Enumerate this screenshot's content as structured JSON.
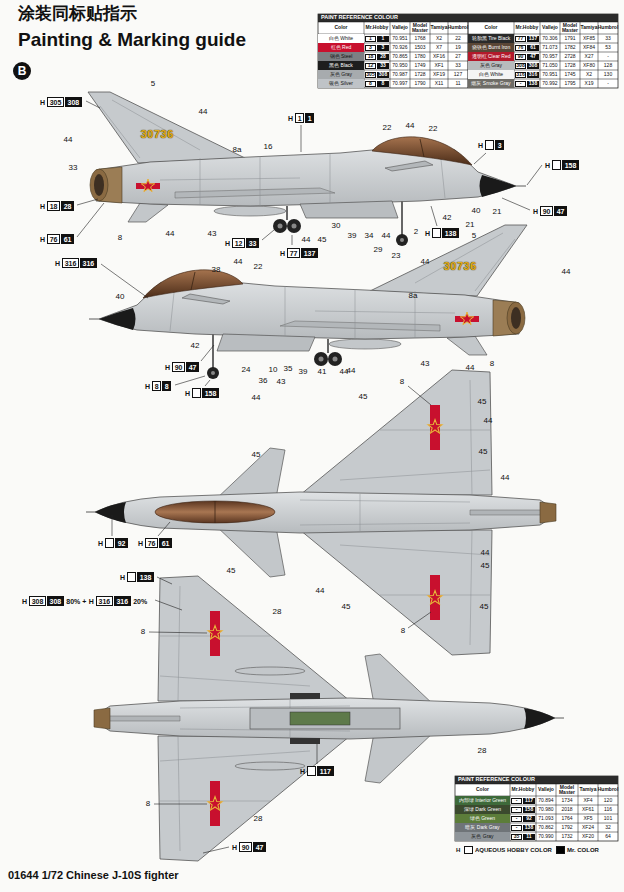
{
  "diagram": {
    "title": "Painting & Marking guide",
    "caption": "01644 1/72 Chinese J-10S fighter",
    "nodes": [
      {
        "text": [
          "B"
        ]
      },
      {
        "text": [
          "H",
          "305",
          "308"
        ]
      },
      {
        "text": [
          "H",
          "1",
          "1"
        ]
      },
      {
        "text": [
          "H",
          "3"
        ]
      },
      {
        "text": [
          "H",
          "158"
        ]
      },
      {
        "text": [
          "H",
          "90",
          "47"
        ]
      },
      {
        "text": [
          "H",
          "18",
          "28"
        ]
      },
      {
        "text": [
          "H",
          "76",
          "61"
        ]
      },
      {
        "text": [
          "H",
          "12",
          "33"
        ]
      },
      {
        "text": [
          "H",
          "77",
          "137"
        ]
      },
      {
        "text": [
          "H",
          "138"
        ]
      },
      {
        "text": [
          "H",
          "316",
          "316"
        ]
      },
      {
        "text": [
          "H",
          "90",
          "47"
        ]
      },
      {
        "text": [
          "H",
          "8",
          "8"
        ]
      },
      {
        "text": [
          "H",
          "158"
        ]
      },
      {
        "text": [
          "H",
          "92"
        ]
      },
      {
        "text": [
          "H",
          "76",
          "61"
        ]
      },
      {
        "text": [
          "H",
          "138"
        ]
      },
      {
        "text": [
          "H",
          "308",
          "308",
          "80% +",
          "H",
          "316",
          "316",
          "20%"
        ]
      },
      {
        "text": [
          "H",
          "117"
        ]
      },
      {
        "text": [
          "H",
          "90",
          "47"
        ]
      }
    ],
    "labels": [
      "涂装同标贴指示",
      "PAINT REFERENCE COLOUR",
      "Color",
      "Mr.Hobby",
      "Vallejo",
      "Model Master",
      "Tamiya",
      "Humbrol",
      "Color",
      "Mr.Hobby",
      "Vallejo",
      "Model Master",
      "Tamiya",
      "Humbrol",
      "1",
      "1",
      "70.951",
      "1768",
      "X2",
      "22",
      "3",
      "3",
      "70.926",
      "1503",
      "X7",
      "19",
      "18",
      "28",
      "70.865",
      "1780",
      "XF16",
      "27",
      "12",
      "33",
      "70.950",
      "1749",
      "XF1",
      "33",
      "305",
      "308",
      "70.987",
      "1728",
      "XF19",
      "127",
      "8",
      "8",
      "70.997",
      "1790",
      "X11",
      "11",
      "77",
      "137",
      "70.306",
      "1791",
      "XF85",
      "33",
      "76",
      "61",
      "71.073",
      "1782",
      "XF84",
      "53",
      "90",
      "47",
      "70.957",
      "2728",
      "X27",
      "-",
      "308",
      "308",
      "71.050",
      "1728",
      "XF80",
      "128",
      "316",
      "316",
      "70.951",
      "1745",
      "X2",
      "130",
      "-",
      "138",
      "70.992",
      "1795",
      "X19",
      "-",
      "PAINT REFERENCE COLOUR",
      "Color",
      "Mr.Hobby",
      "Vallejo",
      "Model Master",
      "Tamiya",
      "Humbrol",
      "-",
      "117",
      "70.894",
      "1734",
      "XF4",
      "120",
      "-",
      "158",
      "70.980",
      "2018",
      "XF61",
      "116",
      "-",
      "92",
      "71.093",
      "1764",
      "XF5",
      "101",
      "-",
      "138",
      "70.862",
      "1792",
      "XF24",
      "32",
      "35",
      "11",
      "70.990",
      "1732",
      "XF20",
      "64",
      "H",
      "5",
      "44",
      "44",
      "33",
      "8a",
      "16",
      "22",
      "44",
      "22",
      "8",
      "44",
      "43",
      "44",
      "45",
      "30",
      "39",
      "34",
      "44",
      "2",
      "29",
      "23",
      "42",
      "40",
      "21",
      "21",
      "30736",
      "38",
      "44",
      "22",
      "40",
      "42",
      "24",
      "10",
      "36",
      "35",
      "39",
      "43",
      "41",
      "44",
      "44",
      "43",
      "44",
      "8",
      "8a",
      "44",
      "5",
      "44",
      "30736",
      "44",
      "45",
      "8",
      "45",
      "44",
      "45",
      "45",
      "44",
      "44",
      "45",
      "45",
      "44",
      "45",
      "8",
      "45",
      "8",
      "28",
      "8",
      "28",
      "28"
    ],
    "legend": [
      {
        "text": "白色 White",
        "color": "#ffffff"
      },
      {
        "text": "红色 Red",
        "color": "#c8102e"
      },
      {
        "text": "钢色 Steel",
        "color": "#7d8084"
      },
      {
        "text": "黑色 Black",
        "color": "#1e1e1e"
      },
      {
        "text": "灰色 Gray",
        "color": "#a7abae"
      },
      {
        "text": "银色 Silver",
        "color": "#bfc3c7"
      },
      {
        "text": "轮胎黑 Tire Black",
        "color": "#2a2a2a"
      },
      {
        "text": "烧铁色 Burnt Iron",
        "color": "#5a4636"
      },
      {
        "text": "透明红 Clear Red",
        "color": "#b3192b"
      },
      {
        "text": "灰色 Gray",
        "color": "#b8bbbd"
      },
      {
        "text": "白色 White",
        "color": "#f4f4f4"
      },
      {
        "text": "烟灰 Smoke Gray",
        "color": "#6e6c66"
      },
      {
        "text": "内部绿 Interior Green",
        "color": "#3e6a3a"
      },
      {
        "text": "深绿 Dark Green",
        "color": "#3b4a2e"
      },
      {
        "text": "绿色 Green",
        "color": "#5c7d3a"
      },
      {
        "text": "暗灰 Dark Gray",
        "color": "#6f7478"
      },
      {
        "text": "灰色 Gray",
        "color": "#8f959a"
      },
      {
        "text": "AQUEOUS HOBBY COLOR",
        "color": "#ffffff"
      },
      {
        "text": "Mr. COLOR",
        "color": "#000000"
      }
    ]
  }
}
